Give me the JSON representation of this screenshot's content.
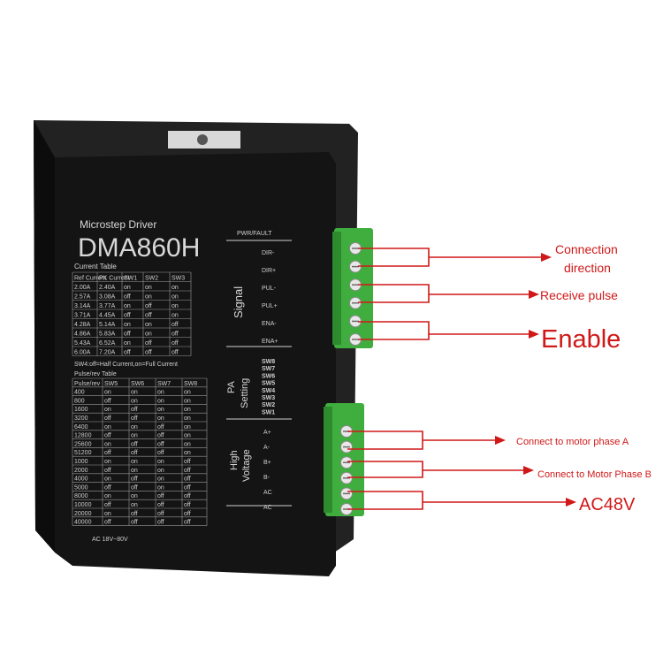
{
  "device": {
    "subtitle": "Microstep Driver",
    "model": "DMA860H",
    "current_table_title": "Current Table",
    "current_headers": [
      "Ref Current",
      "PK Current",
      "SW1",
      "SW2",
      "SW3"
    ],
    "current_rows": [
      [
        "2.00A",
        "2.40A",
        "on",
        "on",
        "on"
      ],
      [
        "2.57A",
        "3.08A",
        "off",
        "on",
        "on"
      ],
      [
        "3.14A",
        "3.77A",
        "on",
        "off",
        "on"
      ],
      [
        "3.71A",
        "4.45A",
        "off",
        "off",
        "on"
      ],
      [
        "4.28A",
        "5.14A",
        "on",
        "on",
        "off"
      ],
      [
        "4.86A",
        "5.83A",
        "off",
        "on",
        "off"
      ],
      [
        "5.43A",
        "6.52A",
        "on",
        "off",
        "off"
      ],
      [
        "6.00A",
        "7.20A",
        "off",
        "off",
        "off"
      ]
    ],
    "sw4_note": "SW4:off=Half Current,on=Full Current",
    "pulse_table_title": "Pulse/rev  Table",
    "pulse_headers": [
      "Pulse/rev",
      "SW5",
      "SW6",
      "SW7",
      "SW8"
    ],
    "pulse_rows": [
      [
        "400",
        "on",
        "on",
        "on",
        "on"
      ],
      [
        "800",
        "off",
        "on",
        "on",
        "on"
      ],
      [
        "1600",
        "on",
        "off",
        "on",
        "on"
      ],
      [
        "3200",
        "off",
        "off",
        "on",
        "on"
      ],
      [
        "6400",
        "on",
        "on",
        "off",
        "on"
      ],
      [
        "12800",
        "off",
        "on",
        "off",
        "on"
      ],
      [
        "25600",
        "on",
        "off",
        "off",
        "on"
      ],
      [
        "51200",
        "off",
        "off",
        "off",
        "on"
      ],
      [
        "1000",
        "on",
        "on",
        "on",
        "off"
      ],
      [
        "2000",
        "off",
        "on",
        "on",
        "off"
      ],
      [
        "4000",
        "on",
        "off",
        "on",
        "off"
      ],
      [
        "5000",
        "off",
        "off",
        "on",
        "off"
      ],
      [
        "8000",
        "on",
        "on",
        "off",
        "off"
      ],
      [
        "10000",
        "off",
        "on",
        "off",
        "off"
      ],
      [
        "20000",
        "on",
        "off",
        "off",
        "off"
      ],
      [
        "40000",
        "off",
        "off",
        "off",
        "off"
      ]
    ],
    "voltage_note": "AC 18V~80V",
    "pwr_fault": "PWR/FAULT",
    "signal_label": "Signal",
    "signal_pins": [
      "DIR-",
      "DIR+",
      "PUL-",
      "PUL+",
      "ENA-",
      "ENA+"
    ],
    "pa_label": "PA",
    "setting_label": "Setting",
    "sw_labels": [
      "SW8",
      "SW7",
      "SW6",
      "SW5",
      "SW4",
      "SW3",
      "SW2",
      "SW1"
    ],
    "high_label": "High",
    "voltage_label": "Voltage",
    "power_pins": [
      "A+",
      "A-",
      "B+",
      "B-",
      "AC",
      "AC"
    ]
  },
  "annotations": {
    "direction_line1": "Connection",
    "direction_line2": "direction",
    "pulse": "Receive pulse",
    "enable": "Enable",
    "phase_a": "Connect to motor phase A",
    "phase_b": "Connect to Motor Phase B",
    "ac": "AC48V"
  },
  "colors": {
    "annotation_red": "#d01818",
    "terminal_green": "#3fae3f",
    "driver_body": "#141414"
  }
}
